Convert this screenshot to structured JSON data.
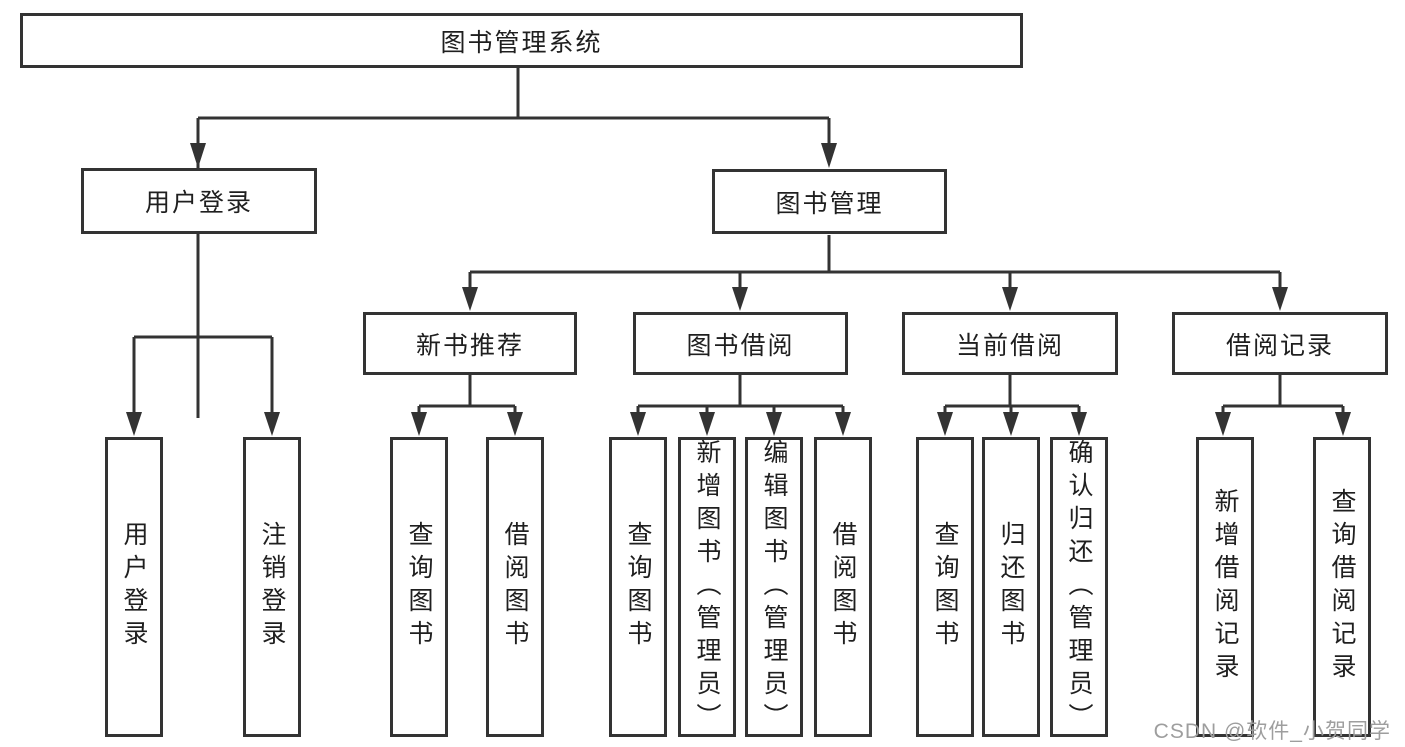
{
  "diagram": {
    "title": "图书管理系统",
    "user_login_branch": {
      "label": "用户登录",
      "leaves": [
        "用户登录",
        "注销登录"
      ]
    },
    "book_management_branch": {
      "label": "图书管理",
      "groups": [
        {
          "label": "新书推荐",
          "leaves": [
            "查询图书",
            "借阅图书"
          ]
        },
        {
          "label": "图书借阅",
          "leaves": [
            "查询图书",
            "新增图书（管理员）",
            "编辑图书（管理员）",
            "借阅图书"
          ]
        },
        {
          "label": "当前借阅",
          "leaves": [
            "查询图书",
            "归还图书",
            "确认归还（管理员）"
          ]
        },
        {
          "label": "借阅记录",
          "leaves": [
            "新增借阅记录",
            "查询借阅记录"
          ]
        }
      ]
    }
  },
  "watermark": {
    "text": "CSDN @软件_小贺同学"
  },
  "colors": {
    "line": "#333333",
    "text": "#1f1f1f",
    "box_background": "#ffffff",
    "page_background": "#ffffff",
    "watermark": "#9e9e9e"
  }
}
